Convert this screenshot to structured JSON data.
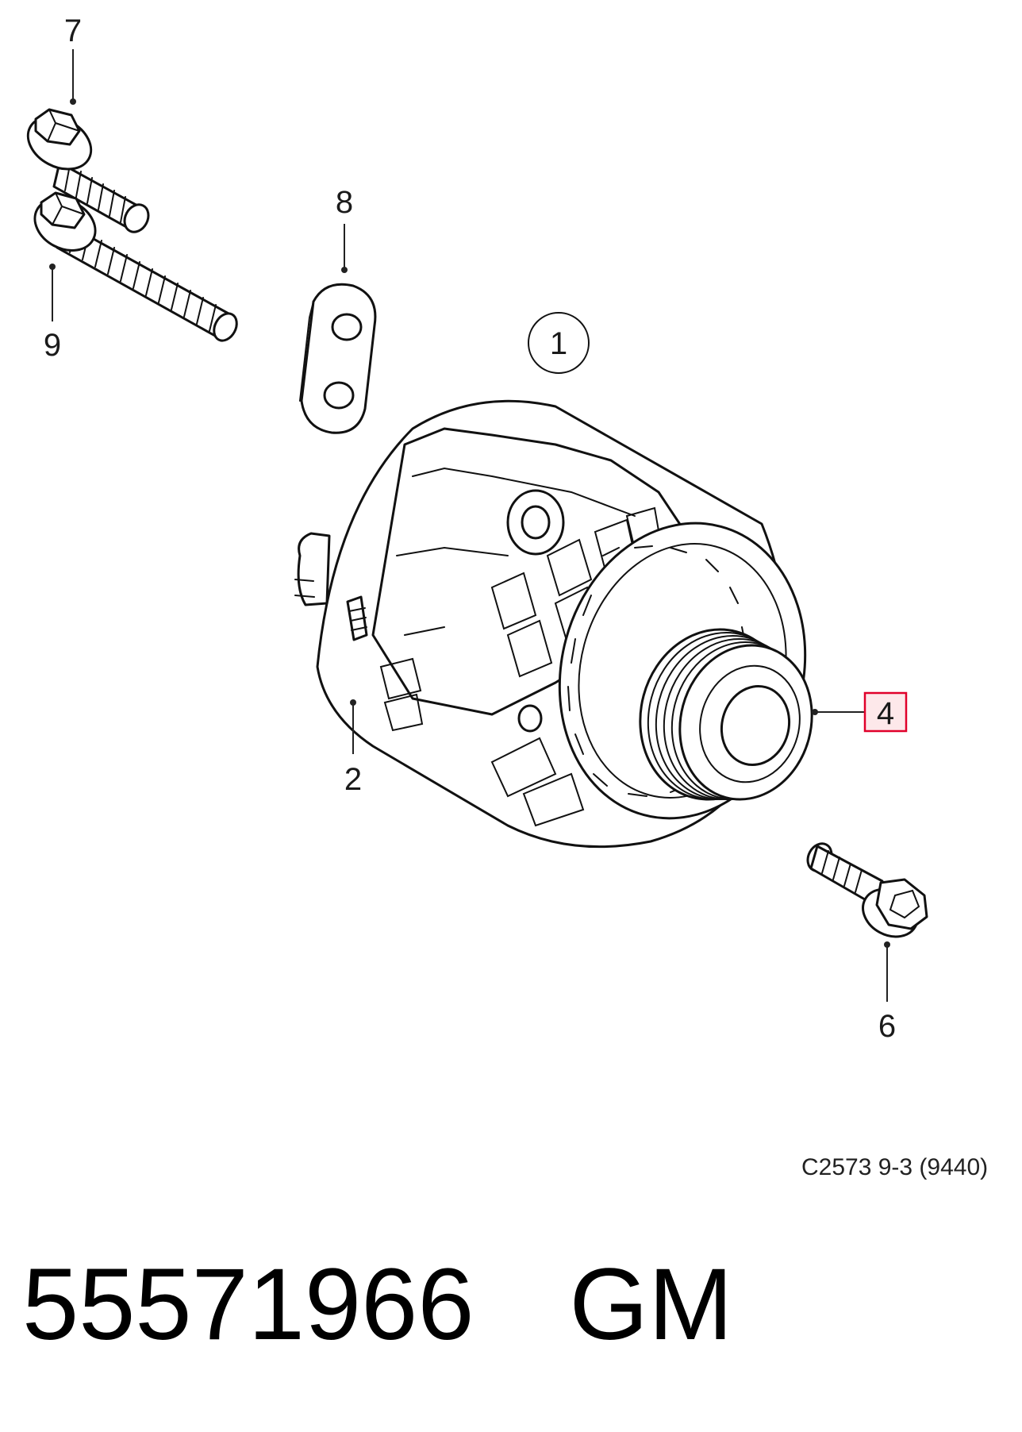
{
  "callouts": {
    "c1": "1",
    "c2": "2",
    "c4": "4",
    "c6": "6",
    "c7": "7",
    "c8": "8",
    "c9": "9"
  },
  "highlight_color": "#e0002a",
  "reference": "C2573 9-3 (9440)",
  "part_number": "55571966",
  "brand": "GM",
  "icons": [
    "bolt-icon",
    "plate-icon",
    "alternator-icon",
    "pulley-icon"
  ]
}
